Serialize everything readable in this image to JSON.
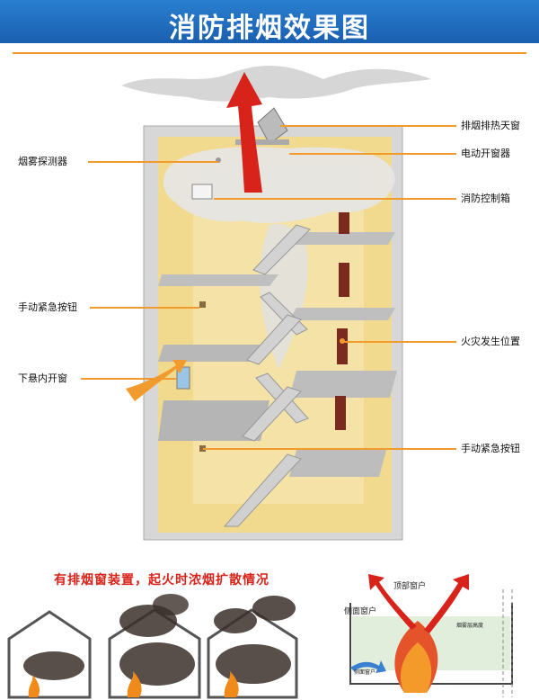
{
  "header": {
    "title": "消防排烟效果图"
  },
  "labels_right": {
    "smoke_exhaust_skylight": "排烟排热天窗",
    "electric_window_opener": "电动开窗器",
    "fire_control_box": "消防控制箱",
    "fire_location": "火灾发生位置",
    "manual_button_right": "手动紧急按钮"
  },
  "labels_left": {
    "smoke_detector": "烟雾探测器",
    "manual_button_left": "手动紧急按钮",
    "bottom_hung_window": "下悬内开窗"
  },
  "bottom": {
    "caption": "有排烟窗装置，起火时浓烟扩散情况",
    "top_window": "顶部窗户",
    "side_window": "侧面窗户",
    "inset_label_1": "侧面窗户",
    "inset_label_2": "烟雾层高度"
  },
  "colors": {
    "banner": "#1f6cc4",
    "accent_orange": "#f19a2d",
    "arrow_red": "#d8231b",
    "wall_yellow": "#f1d98d"
  }
}
